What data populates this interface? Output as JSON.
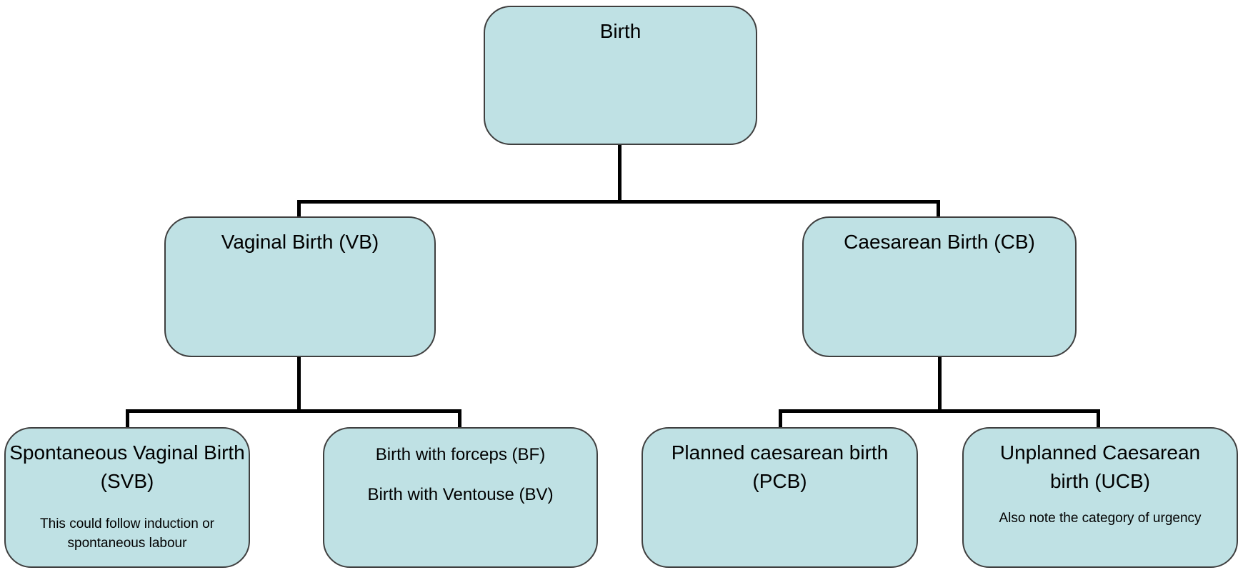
{
  "diagram": {
    "type": "tree",
    "description": "Birth classification flowchart",
    "colors": {
      "node_fill": "#bfe1e4",
      "node_border": "#3f3f3f",
      "connector": "#000000",
      "text": "#000000",
      "background": "#ffffff"
    },
    "nodes": {
      "birth": {
        "title": "Birth"
      },
      "vb": {
        "title": "Vaginal Birth (VB)"
      },
      "cb": {
        "title": "Caesarean Birth (CB)"
      },
      "svb": {
        "title": "Spontaneous Vaginal Birth (SVB)",
        "note": "This could follow induction or spontaneous labour"
      },
      "bfbv": {
        "line1": "Birth with forceps (BF)",
        "line2": "Birth with Ventouse (BV)"
      },
      "pcb": {
        "title": "Planned caesarean birth (PCB)"
      },
      "ucb": {
        "title": "Unplanned Caesarean birth (UCB)",
        "note": "Also note the category of urgency"
      }
    },
    "edges": [
      {
        "from": "birth",
        "to": "vb"
      },
      {
        "from": "birth",
        "to": "cb"
      },
      {
        "from": "vb",
        "to": "svb"
      },
      {
        "from": "vb",
        "to": "bfbv"
      },
      {
        "from": "cb",
        "to": "pcb"
      },
      {
        "from": "cb",
        "to": "ucb"
      }
    ]
  }
}
